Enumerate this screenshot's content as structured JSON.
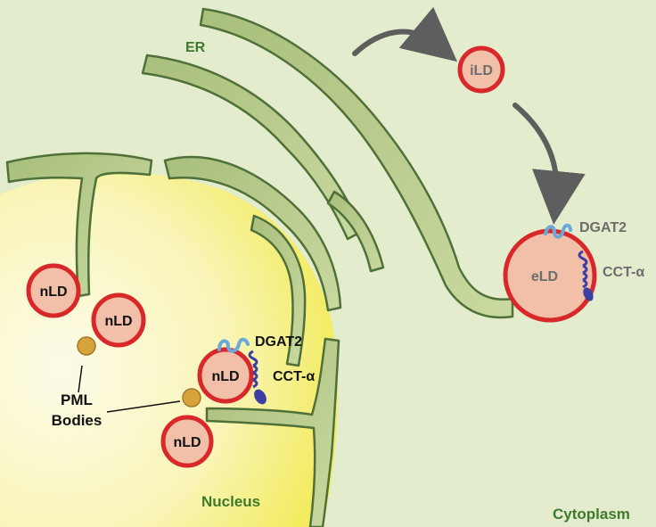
{
  "labels": {
    "er": "ER",
    "nucleus": "Nucleus",
    "cytoplasm": "Cytoplasm",
    "pml_line1": "PML",
    "pml_line2": "Bodies"
  },
  "droplets": {
    "ild": "iLD",
    "eld": "eLD",
    "nld_1": "nLD",
    "nld_2": "nLD",
    "nld_3": "nLD",
    "nld_4": "nLD"
  },
  "proteins": {
    "dgat2_eld": "DGAT2",
    "cct_eld": "CCT-α",
    "dgat2_nld": "DGAT2",
    "cct_nld": "CCT-α"
  },
  "colors": {
    "cytoplasm_bg": "#e3eccd",
    "nucleus_center": "#fdfbe6",
    "nucleus_edge": "#f3ec62",
    "er_fill": "#b6c98a",
    "er_stroke": "#4f7038",
    "droplet_fill": "#f2c0a8",
    "droplet_ring": "#d9282a",
    "label_green": "#3e7a2e",
    "pml_body": "#d7a43c",
    "dgat2_color": "#6aa9d8",
    "cct_color": "#3b3fa3",
    "arrow_gray": "#5e5e5e"
  },
  "icons": [
    "curved-arrow-icon",
    "dgat2-protein-icon",
    "cct-alpha-protein-icon",
    "pml-body-icon"
  ]
}
